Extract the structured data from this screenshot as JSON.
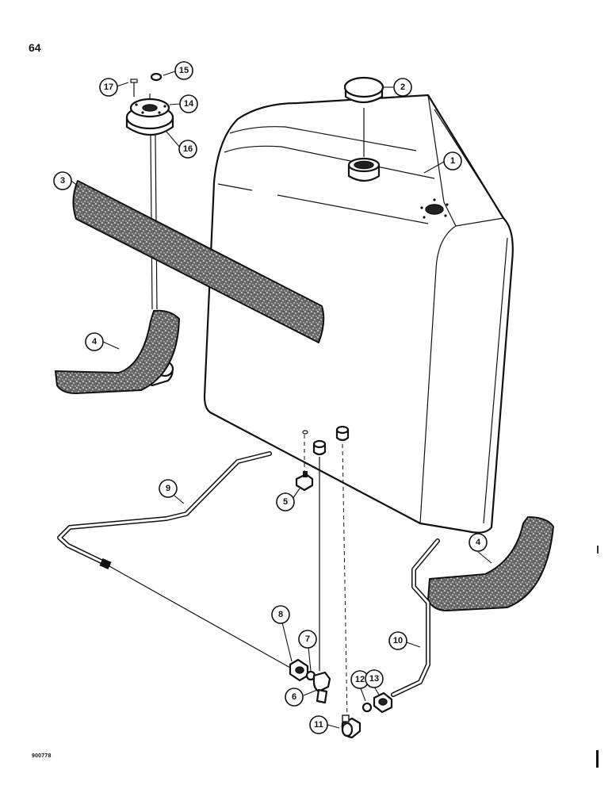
{
  "page": {
    "number": "64",
    "figure_code": "900778"
  },
  "callouts": [
    {
      "id": "1",
      "label": "1"
    },
    {
      "id": "2",
      "label": "2"
    },
    {
      "id": "3",
      "label": "3"
    },
    {
      "id": "4a",
      "label": "4"
    },
    {
      "id": "4b",
      "label": "4"
    },
    {
      "id": "5",
      "label": "5"
    },
    {
      "id": "6",
      "label": "6"
    },
    {
      "id": "7",
      "label": "7"
    },
    {
      "id": "8",
      "label": "8"
    },
    {
      "id": "9",
      "label": "9"
    },
    {
      "id": "10",
      "label": "10"
    },
    {
      "id": "11",
      "label": "11"
    },
    {
      "id": "12",
      "label": "12"
    },
    {
      "id": "13",
      "label": "13"
    },
    {
      "id": "14",
      "label": "14"
    },
    {
      "id": "15",
      "label": "15"
    },
    {
      "id": "16",
      "label": "16"
    },
    {
      "id": "17",
      "label": "17"
    }
  ]
}
